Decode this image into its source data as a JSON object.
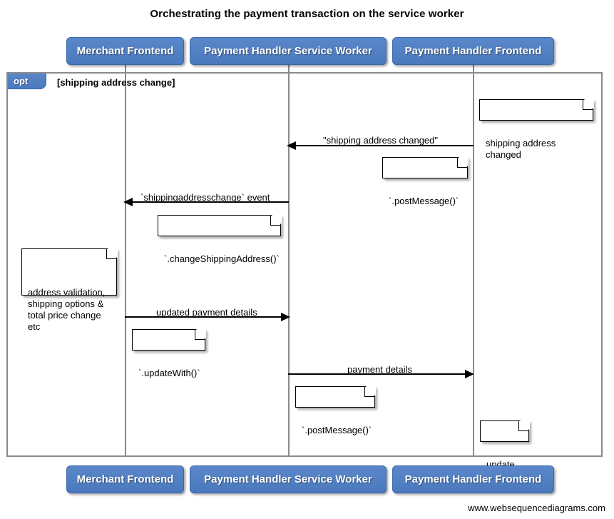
{
  "title": "Orchestrating the payment transaction on the service worker",
  "footer": {
    "credit": "www.websequencediagrams.com"
  },
  "participants": [
    {
      "id": "merchant-frontend",
      "label": "Merchant Frontend"
    },
    {
      "id": "payment-handler-service-worker",
      "label": "Payment Handler Service Worker"
    },
    {
      "id": "payment-handler-frontend",
      "label": "Payment Handler Frontend"
    }
  ],
  "participants_bottom": [
    {
      "id": "merchant-frontend",
      "label": "Merchant Frontend"
    },
    {
      "id": "payment-handler-service-worker",
      "label": "Payment Handler Service Worker"
    },
    {
      "id": "payment-handler-frontend",
      "label": "Payment Handler Frontend"
    }
  ],
  "fragment": {
    "operator": "opt",
    "condition": "[shipping address change]"
  },
  "messages": [
    {
      "id": "shipping-address-changed",
      "label": "\"shipping address changed\"",
      "from": "payment-handler-frontend",
      "to": "payment-handler-service-worker",
      "direction": "left"
    },
    {
      "id": "shippingaddresschange-event",
      "label": "`shippingaddresschange` event",
      "from": "payment-handler-service-worker",
      "to": "merchant-frontend",
      "direction": "left"
    },
    {
      "id": "updated-payment-details",
      "label": "updated payment details",
      "from": "merchant-frontend",
      "to": "payment-handler-service-worker",
      "direction": "right"
    },
    {
      "id": "payment-details",
      "label": "payment details",
      "from": "payment-handler-service-worker",
      "to": "payment-handler-frontend",
      "direction": "right"
    }
  ],
  "notes": [
    {
      "id": "note-shipping-address-changed",
      "text": "shipping address changed"
    },
    {
      "id": "note-post-message-1",
      "text": "`.postMessage()`"
    },
    {
      "id": "note-change-shipping-address",
      "text": "`.changeShippingAddress()`"
    },
    {
      "id": "note-address-validation",
      "text": "address validation,\nshipping options &\ntotal price change etc"
    },
    {
      "id": "note-update-with",
      "text": "`.updateWith()`"
    },
    {
      "id": "note-post-message-2",
      "text": "`.postMessage()`"
    },
    {
      "id": "note-update-ui",
      "text": "update UI"
    }
  ],
  "colors": {
    "participant_blue": "#5280c4",
    "frame_gray": "#8a8a8a",
    "line_black": "#000000",
    "background": "#ffffff"
  }
}
